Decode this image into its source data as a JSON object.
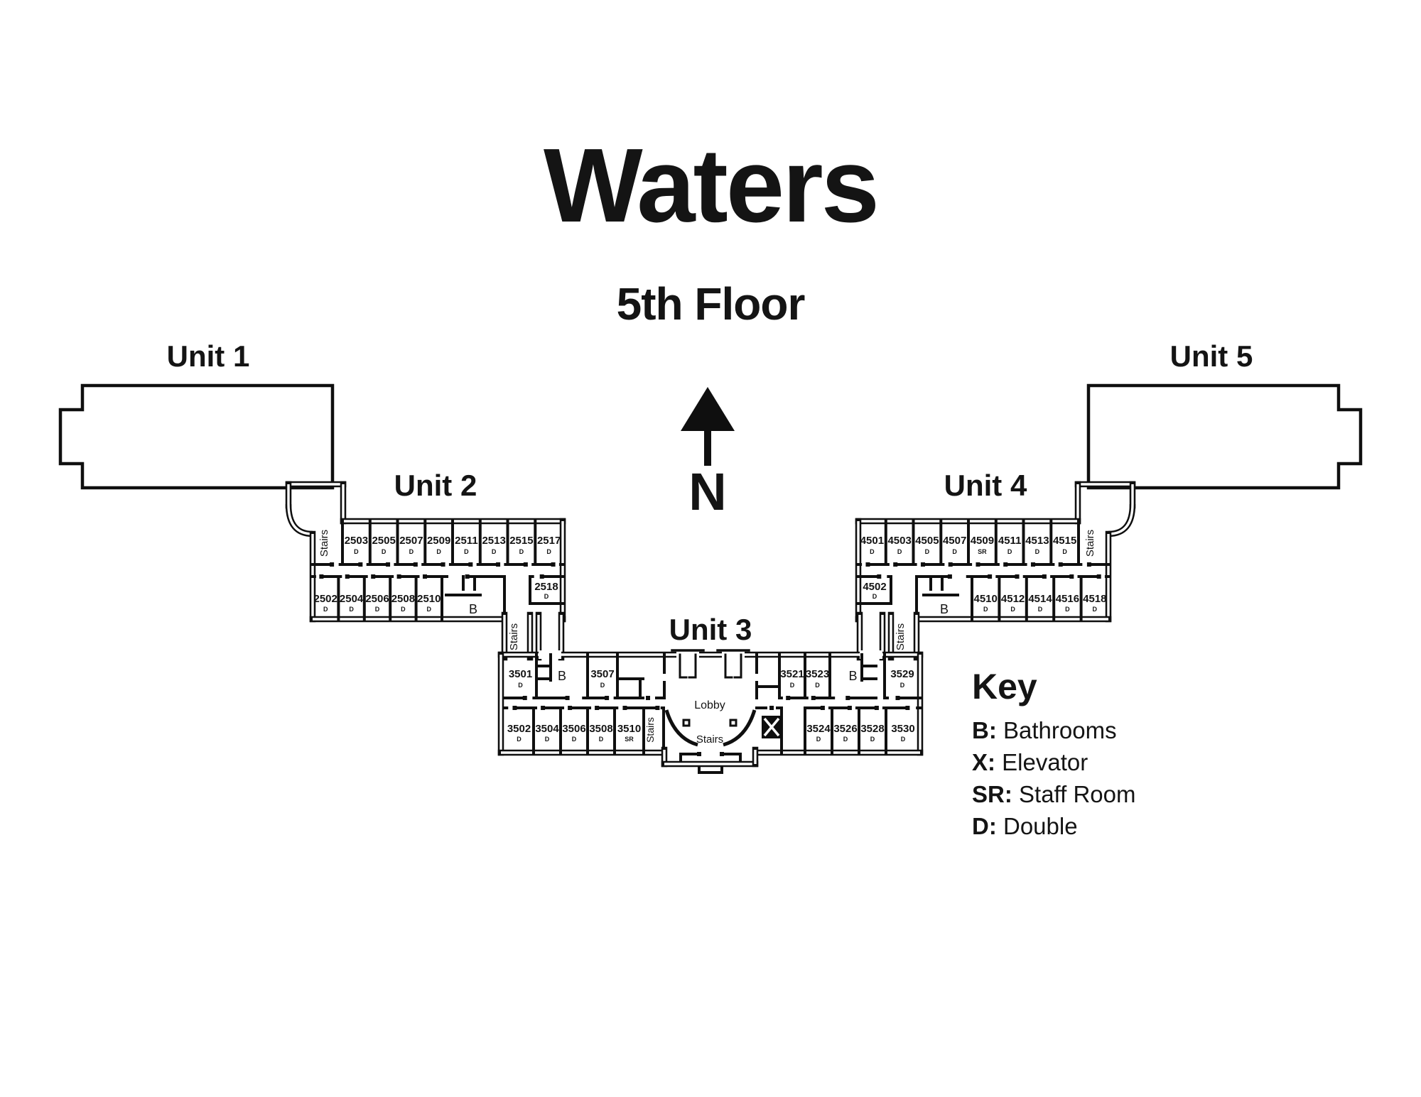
{
  "page": {
    "title": "Waters",
    "subtitle": "5th Floor"
  },
  "north": {
    "label": "N"
  },
  "key": {
    "heading": "Key",
    "entries": [
      {
        "abbr": "B:",
        "meaning": "Bathrooms"
      },
      {
        "abbr": "X:",
        "meaning": "Elevator"
      },
      {
        "abbr": "SR:",
        "meaning": "Staff Room"
      },
      {
        "abbr": "D:",
        "meaning": "Double"
      }
    ]
  },
  "units": {
    "unit1": {
      "label": "Unit 1"
    },
    "unit5": {
      "label": "Unit 5"
    },
    "unit2": {
      "label": "Unit 2",
      "top_cells": [
        {
          "type": "stairs",
          "label": "Stairs"
        },
        {
          "type": "room",
          "number": "2503",
          "tag": "D"
        },
        {
          "type": "room",
          "number": "2505",
          "tag": "D"
        },
        {
          "type": "room",
          "number": "2507",
          "tag": "D"
        },
        {
          "type": "room",
          "number": "2509",
          "tag": "D"
        },
        {
          "type": "room",
          "number": "2511",
          "tag": "D"
        },
        {
          "type": "room",
          "number": "2513",
          "tag": "D"
        },
        {
          "type": "room",
          "number": "2515",
          "tag": "D"
        },
        {
          "type": "room",
          "number": "2517",
          "tag": "D"
        }
      ],
      "bottom_cells": [
        {
          "type": "room",
          "number": "2502",
          "tag": "D"
        },
        {
          "type": "room",
          "number": "2504",
          "tag": "D"
        },
        {
          "type": "room",
          "number": "2506",
          "tag": "D"
        },
        {
          "type": "room",
          "number": "2508",
          "tag": "D"
        },
        {
          "type": "room",
          "number": "2510",
          "tag": "D"
        },
        {
          "type": "bath",
          "label": "B"
        }
      ],
      "small_room": {
        "number": "2518",
        "tag": "D"
      },
      "link_label": "Stairs"
    },
    "unit4": {
      "label": "Unit 4",
      "top_cells": [
        {
          "type": "room",
          "number": "4501",
          "tag": "D"
        },
        {
          "type": "room",
          "number": "4503",
          "tag": "D"
        },
        {
          "type": "room",
          "number": "4505",
          "tag": "D"
        },
        {
          "type": "room",
          "number": "4507",
          "tag": "D"
        },
        {
          "type": "room",
          "number": "4509",
          "tag": "SR"
        },
        {
          "type": "room",
          "number": "4511",
          "tag": "D"
        },
        {
          "type": "room",
          "number": "4513",
          "tag": "D"
        },
        {
          "type": "room",
          "number": "4515",
          "tag": "D"
        },
        {
          "type": "stairs",
          "label": "Stairs"
        }
      ],
      "bottom_cells": [
        {
          "type": "bath",
          "label": "B"
        },
        {
          "type": "room",
          "number": "4510",
          "tag": "D"
        },
        {
          "type": "room",
          "number": "4512",
          "tag": "D"
        },
        {
          "type": "room",
          "number": "4514",
          "tag": "D"
        },
        {
          "type": "room",
          "number": "4516",
          "tag": "D"
        },
        {
          "type": "room",
          "number": "4518",
          "tag": "D"
        }
      ],
      "small_room": {
        "number": "4502",
        "tag": "D"
      },
      "link_label": "Stairs"
    },
    "unit3": {
      "label": "Unit 3",
      "top_left": [
        {
          "type": "room",
          "number": "3501",
          "tag": "D"
        },
        {
          "type": "bath",
          "label": "B"
        },
        {
          "type": "room",
          "number": "3507",
          "tag": "D"
        }
      ],
      "top_right": [
        {
          "type": "room",
          "number": "3521",
          "tag": "D"
        },
        {
          "type": "room",
          "number": "3523",
          "tag": "D"
        },
        {
          "type": "bath",
          "label": "B"
        },
        {
          "type": "room",
          "number": "3529",
          "tag": "D"
        }
      ],
      "bottom_left": [
        {
          "type": "room",
          "number": "3502",
          "tag": "D"
        },
        {
          "type": "room",
          "number": "3504",
          "tag": "D"
        },
        {
          "type": "room",
          "number": "3506",
          "tag": "D"
        },
        {
          "type": "room",
          "number": "3508",
          "tag": "D"
        },
        {
          "type": "room",
          "number": "3510",
          "tag": "SR"
        }
      ],
      "bottom_right": [
        {
          "type": "room",
          "number": "3524",
          "tag": "D"
        },
        {
          "type": "room",
          "number": "3526",
          "tag": "D"
        },
        {
          "type": "room",
          "number": "3528",
          "tag": "D"
        },
        {
          "type": "room",
          "number": "3530",
          "tag": "D"
        }
      ],
      "shaft_label": "Stairs",
      "lobby": {
        "label": "Lobby",
        "stairs_label": "Stairs"
      }
    }
  }
}
